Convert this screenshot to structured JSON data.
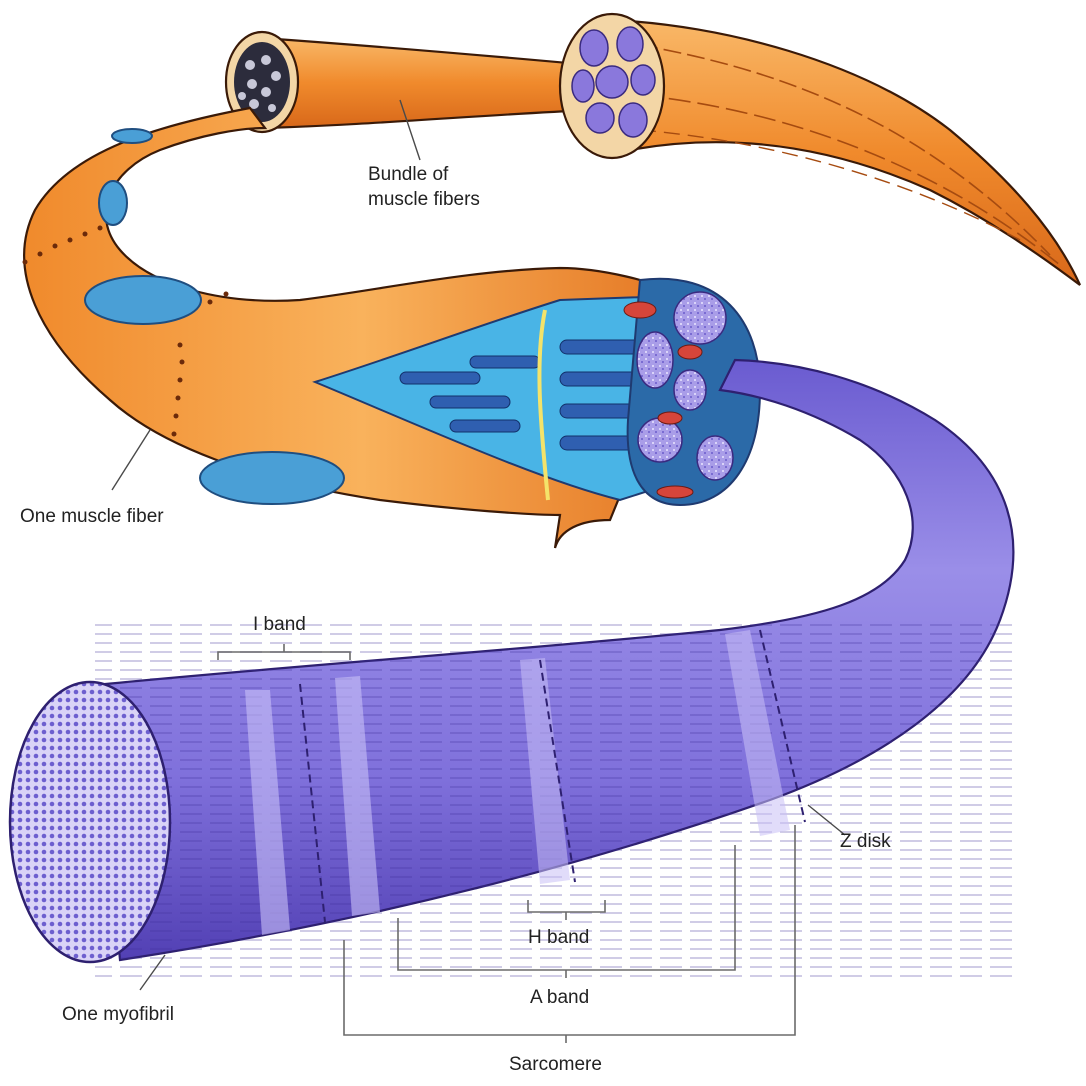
{
  "labels": {
    "bundle_line1": "Bundle of",
    "bundle_line2": "muscle fibers",
    "one_fiber": "One muscle fiber",
    "i_band": "I band",
    "z_disk": "Z disk",
    "h_band": "H band",
    "a_band": "A band",
    "sarcomere": "Sarcomere",
    "one_myofibril": "One myofibril"
  },
  "colors": {
    "fiber_orange": "#f08a2c",
    "fiber_orange_light": "#f7b25e",
    "fiber_orange_dark": "#c85a14",
    "myofibril_purple": "#7d6ed8",
    "myofibril_light": "#a79cec",
    "myofibril_dark": "#4c3aa8",
    "nucleus_blue": "#4a9fd6",
    "interior_cyan": "#49b4e6"
  }
}
